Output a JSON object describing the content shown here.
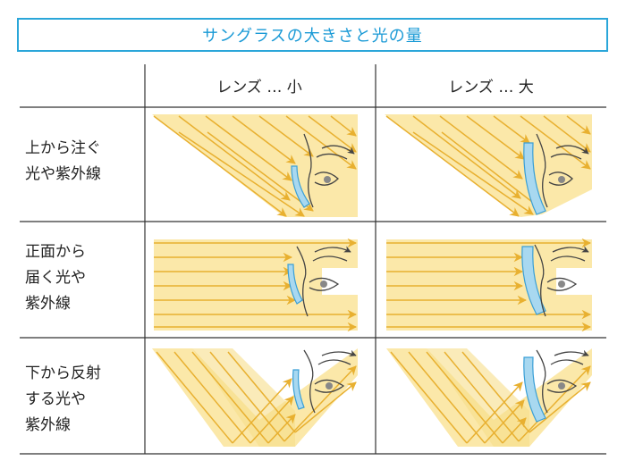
{
  "title": "サングラスの大きさと光の量",
  "columns": [
    {
      "label": "レンズ … 小"
    },
    {
      "label": "レンズ … 大"
    }
  ],
  "rows": [
    {
      "lines": [
        "上から注ぐ",
        "光や紫外線"
      ]
    },
    {
      "lines": [
        "正面から",
        "届く光や",
        "紫外線"
      ]
    },
    {
      "lines": [
        "下から反射",
        "する光や",
        "紫外線"
      ]
    }
  ],
  "colors": {
    "title_border": "#2aa6d9",
    "title_text": "#1a9ad6",
    "beam_fill": "#fbe8a9",
    "ray": "#e8b030",
    "lens": "#a8d8f0",
    "lens_edge": "#3a9fd6",
    "grid_line": "#333333"
  }
}
